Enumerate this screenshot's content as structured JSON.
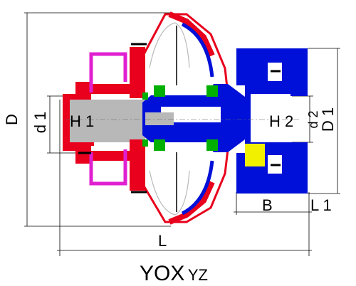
{
  "labels": {
    "D": "D",
    "d1": "d 1",
    "H1": "H 1",
    "H2": "H 2",
    "d2": "d 2",
    "D1": "D 1",
    "B": "B",
    "L1": "L 1",
    "L": "L"
  },
  "title": {
    "main": "YOX",
    "sub": "YZ"
  },
  "colors": {
    "red": "#e8001c",
    "blue": "#0010d8",
    "magenta": "#e020d0",
    "green": "#00b000",
    "yellow": "#f0f000",
    "gray": "#b8b8b8"
  }
}
